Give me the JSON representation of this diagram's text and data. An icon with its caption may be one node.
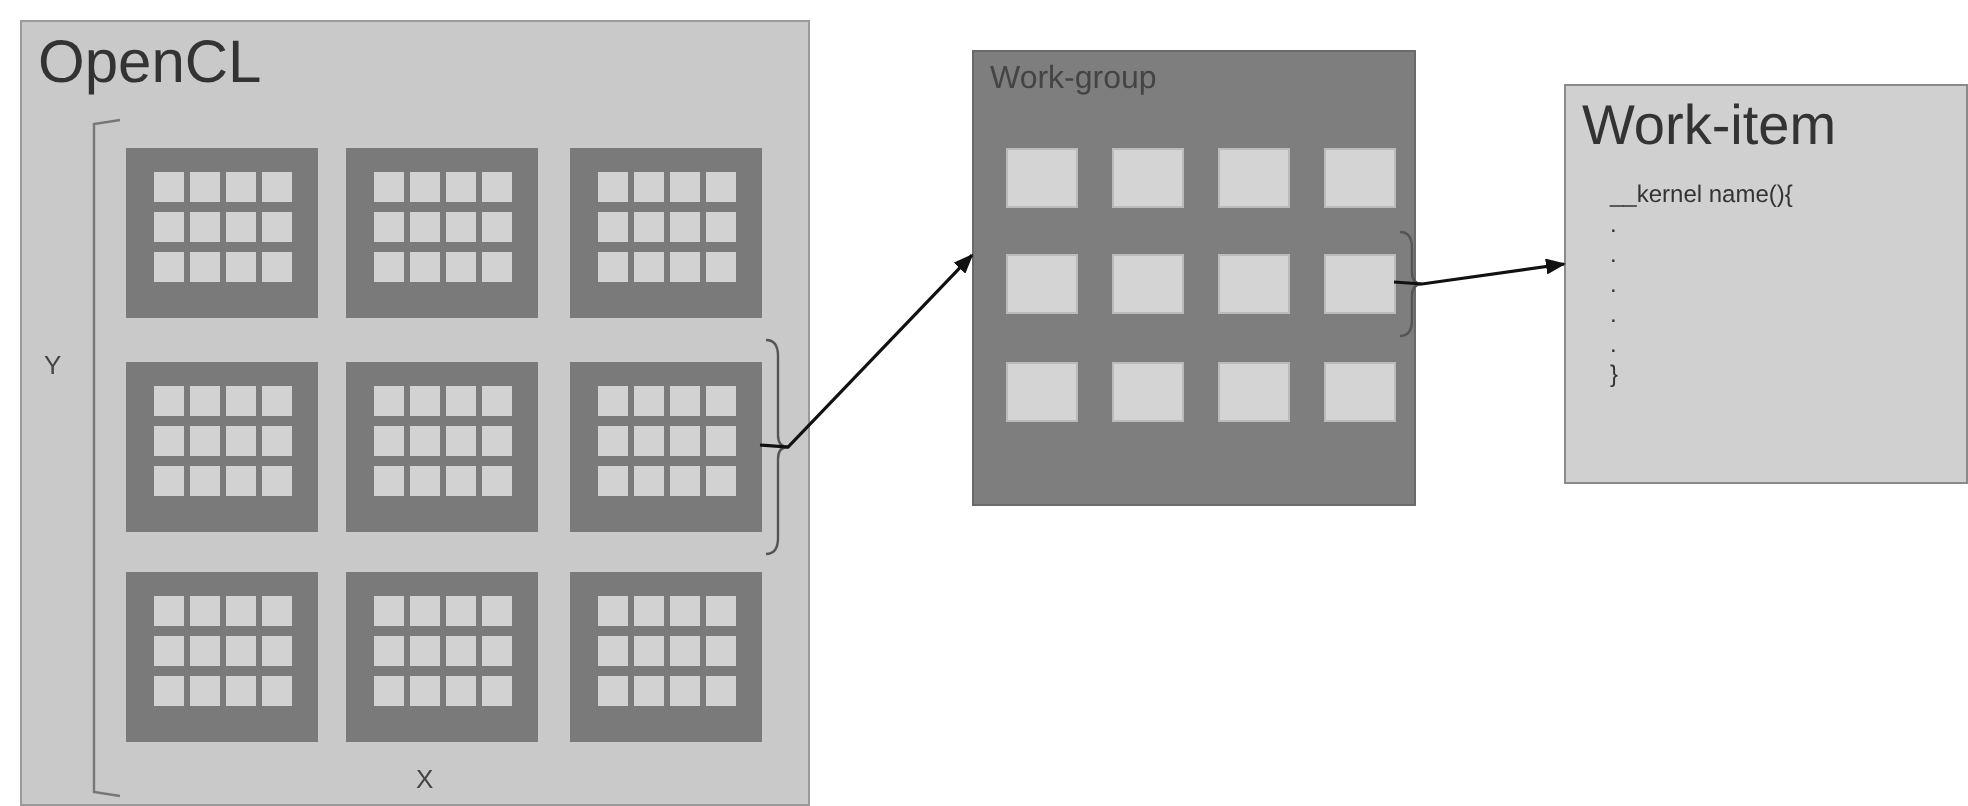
{
  "diagram": {
    "nodes": [
      {
        "text": [
          "OpenCL"
        ]
      },
      {
        "text": [],
        "shape": "box",
        "in": 0
      },
      {
        "text": [],
        "shape": "box",
        "in": 0
      },
      {
        "text": [],
        "shape": "box",
        "in": 0
      },
      {
        "text": [],
        "shape": "box",
        "in": 0
      },
      {
        "text": [],
        "shape": "box",
        "in": 0
      },
      {
        "text": [],
        "shape": "box",
        "in": 0
      },
      {
        "text": [],
        "shape": "box",
        "in": 0
      },
      {
        "text": [],
        "shape": "box",
        "in": 0
      },
      {
        "text": [],
        "shape": "box",
        "in": 0
      },
      {
        "text": [
          "Work-group"
        ]
      },
      {
        "text": [],
        "shape": "box",
        "in": 10
      },
      {
        "text": [],
        "shape": "box",
        "in": 10
      },
      {
        "text": [],
        "shape": "box",
        "in": 10
      },
      {
        "text": [],
        "shape": "box",
        "in": 10
      },
      {
        "text": [],
        "shape": "box",
        "in": 10
      },
      {
        "text": [],
        "shape": "box",
        "in": 10
      },
      {
        "text": [],
        "shape": "box",
        "in": 10
      },
      {
        "text": [],
        "shape": "box",
        "in": 10
      },
      {
        "text": [],
        "shape": "box",
        "in": 10
      },
      {
        "text": [],
        "shape": "box",
        "in": 10
      },
      {
        "text": [],
        "shape": "box",
        "in": 10
      },
      {
        "text": [],
        "shape": "box",
        "in": 10
      },
      {
        "text": [
          "Work-item",
          "__kernel name(){",
          ".",
          ".",
          ".",
          ".",
          ".",
          "}"
        ]
      }
    ],
    "edges": [
      {
        "from": 6,
        "to": 10,
        "arrow": "to"
      },
      {
        "from": 18,
        "to": 23,
        "arrow": "to"
      }
    ],
    "labels": [
      "Y",
      "X"
    ]
  }
}
